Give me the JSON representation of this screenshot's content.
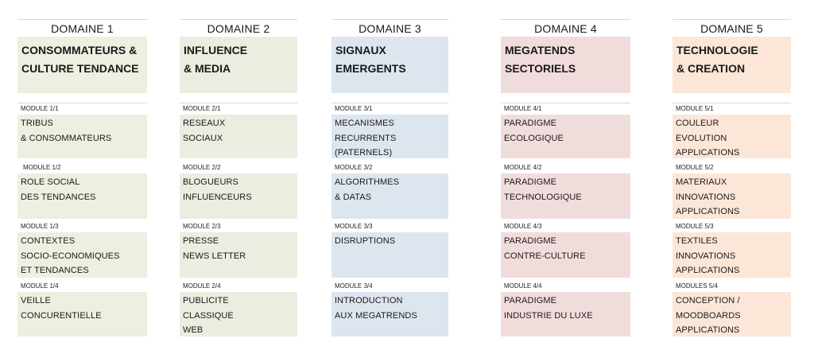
{
  "domains": [
    {
      "title": "DOMAINE 1",
      "name": "CONSOMMATEURS &\nCULTURE TENDANCE",
      "modules": [
        {
          "code": "MODULE 1/1",
          "text": "TRIBUS\n& CONSOMMATEURS"
        },
        {
          "code": "MODULE 1/2",
          "text": "ROLE SOCIAL\nDES TENDANCES"
        },
        {
          "code": "MODULE 1/3",
          "text": "CONTEXTES\nSOCIO-ECONOMIQUES\nET TENDANCES"
        },
        {
          "code": "MODULE 1/4",
          "text": "VEILLE\nCONCURENTIELLE"
        }
      ]
    },
    {
      "title": "DOMAINE 2",
      "name": "INFLUENCE\n& MEDIA",
      "modules": [
        {
          "code": "MODULE 2/1",
          "text": "RESEAUX\nSOCIAUX"
        },
        {
          "code": "MODULE 2/2",
          "text": "BLOGUEURS\nINFLUENCEURS"
        },
        {
          "code": "MODULE 2/3",
          "text": "PRESSE\nNEWS LETTER"
        },
        {
          "code": "MODULE 2/4",
          "text": "PUBLICITE\nCLASSIQUE\nWEB"
        }
      ]
    },
    {
      "title": "DOMAINE 3",
      "name": "SIGNAUX\nEMERGENTS",
      "modules": [
        {
          "code": "MODULE 3/1",
          "text": "MECANISMES\nRECURRENTS\n(PATERNELS)"
        },
        {
          "code": "MODULE 3/2",
          "text": "ALGORITHMES\n& DATAS"
        },
        {
          "code": "MODULE 3/3",
          "text": "DISRUPTIONS"
        },
        {
          "code": "MODULE 3/4",
          "text": "INTRODUCTION\nAUX MEGATRENDS"
        }
      ]
    },
    {
      "title": "DOMAINE 4",
      "name": "MEGATENDS\nSECTORIELS",
      "modules": [
        {
          "code": "MODULE 4/1",
          "text": "PARADIGME\nECOLOGIQUE"
        },
        {
          "code": "MODULE 4/2",
          "text": "PARADIGME\nTECHNOLOGIQUE"
        },
        {
          "code": "MODULE 4/3",
          "text": "PARADIGME\nCONTRE-CULTURE"
        },
        {
          "code": "MODULE 4/4",
          "text": "PARADIGME\nINDUSTRIE DU LUXE"
        }
      ]
    },
    {
      "title": "DOMAINE 5",
      "name": "TECHNOLOGIE\n& CREATION",
      "modules": [
        {
          "code": "MODULE 5/1",
          "text": "COULEUR\nEVOLUTION\nAPPLICATIONS"
        },
        {
          "code": "MODULE 5/2",
          "text": "MATERIAUX\nINNOVATIONS\nAPPLICATIONS"
        },
        {
          "code": "MODULE 5/3",
          "text": " TEXTILES\nINNOVATIONS\nAPPLICATIONS"
        },
        {
          "code": "MODULES 5/4",
          "text": "CONCEPTION /\nMOODBOARDS\nAPPLICATIONS"
        }
      ]
    }
  ],
  "colors": {
    "domain_1": "#ebf0e0",
    "domain_2": "#ecece1",
    "domain_3": "#dde6ef",
    "domain_4": "#f1dcdc",
    "domain_5": "#fce6d8"
  }
}
